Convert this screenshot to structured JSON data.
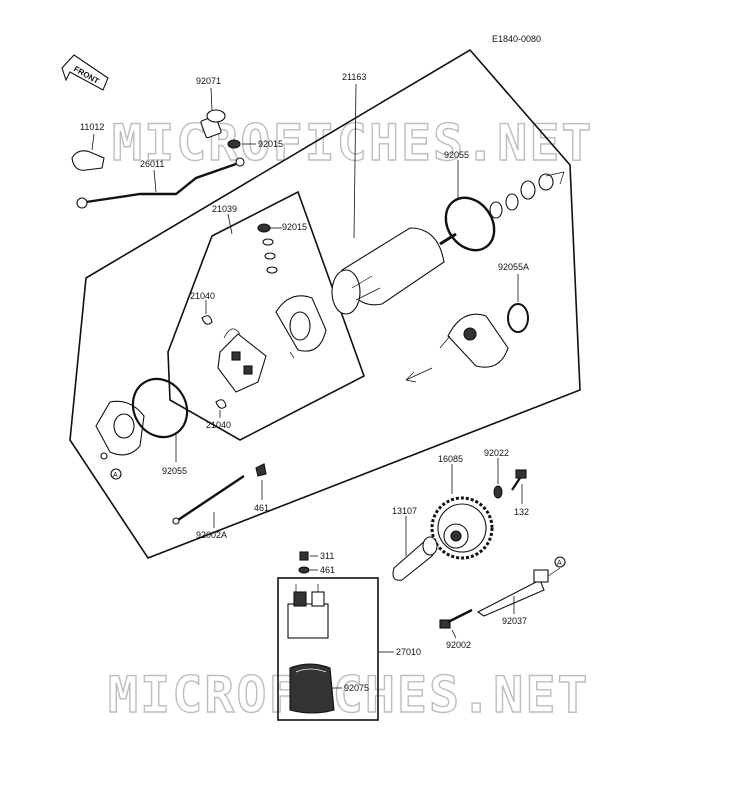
{
  "diagram_code": "E1840-0080",
  "watermark": "MICROFICHES.NET",
  "front_label": "FRONT",
  "ref_marker": "A",
  "parts": {
    "p92071": "92071",
    "p21163": "21163",
    "p11012": "11012",
    "p92015a": "92015",
    "p26011": "26011",
    "p92055a": "92055",
    "p21039": "21039",
    "p92015b": "92015",
    "p92055A": "92055A",
    "p21040a": "21040",
    "p21040b": "21040",
    "p92055b": "92055",
    "p461a": "461",
    "p92002A": "92002A",
    "p92022": "92022",
    "p16085": "16085",
    "p132": "132",
    "p13107": "13107",
    "p311": "311",
    "p461b": "461",
    "p27010": "27010",
    "p92037": "92037",
    "p92002": "92002",
    "p92075": "92075"
  }
}
